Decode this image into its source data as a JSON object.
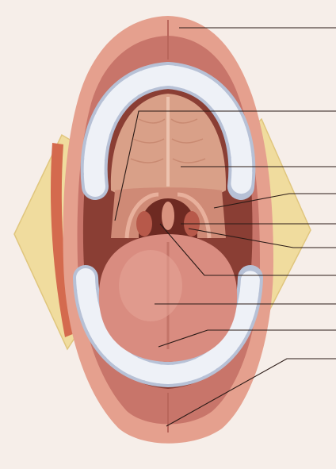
{
  "figure": {
    "description_labels": [],
    "colors": {
      "background": "#f6eee9",
      "lips": "#e5a08e",
      "lip_shadow": "#c8756a",
      "mouth_cavity": "#8a3e34",
      "palate": "#d9a088",
      "palate_highlight": "#ecc2ae",
      "tongue": "#d98c80",
      "tongue_highlight": "#e8a79a",
      "teeth": "#eef1f7",
      "teeth_shadow": "#b7c1d6",
      "cheek_fat": "#f0dc9e",
      "cheek_muscle": "#d46a4e",
      "pharynx": "#6e2a22",
      "leader_line": "#2a1a16"
    },
    "leaders": [
      {
        "id": "upper-lip"
      },
      {
        "id": "hard-palate"
      },
      {
        "id": "soft-palate"
      },
      {
        "id": "palatoglossal-arch"
      },
      {
        "id": "uvula"
      },
      {
        "id": "palatine-tonsil"
      },
      {
        "id": "pharynx"
      },
      {
        "id": "dorsum-of-tongue"
      },
      {
        "id": "tip-of-tongue"
      },
      {
        "id": "lower-lip"
      }
    ]
  }
}
